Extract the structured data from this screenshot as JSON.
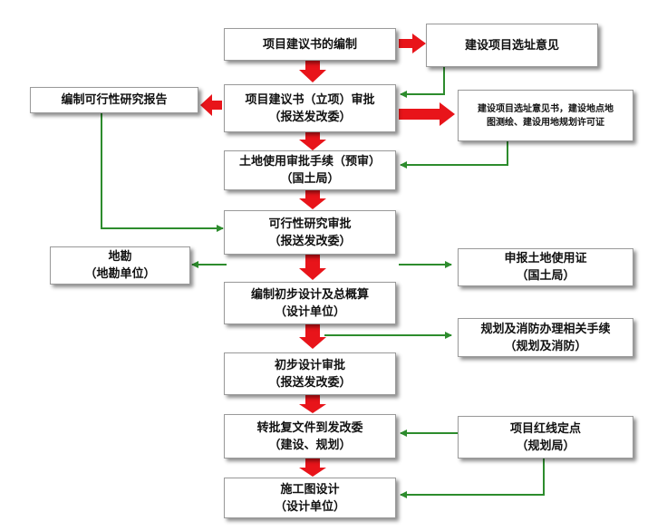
{
  "colors": {
    "main_arrow": "#e8141a",
    "side_arrow": "#2d8c2d",
    "box_border": "#9a9a9a"
  },
  "boxes": {
    "b1": {
      "text": "项目建议书的编制"
    },
    "b2": {
      "text": "建设项目选址意见"
    },
    "b3": {
      "text": "项目建议书（立项）审批\n（报送发改委）"
    },
    "b4": {
      "text": "编制可行性研究报告"
    },
    "b5": {
      "text": "建设项目选址意见书，建设地点地\n图测绘、建设用地规划许可证"
    },
    "b6": {
      "text": "土地使用审批手续（预审）\n（国土局）"
    },
    "b7": {
      "text": "可行性研究审批\n（报送发改委）"
    },
    "b8": {
      "text": "地勘\n（地勘单位）"
    },
    "b9": {
      "text": "申报土地使用证\n（国土局）"
    },
    "b10": {
      "text": "编制初步设计及总概算\n（设计单位）"
    },
    "b11": {
      "text": "规划及消防办理相关手续\n（规划及消防）"
    },
    "b12": {
      "text": "初步设计审批\n（报送发改委）"
    },
    "b13": {
      "text": "转批复文件到发改委\n（建设、规划）"
    },
    "b14": {
      "text": "项目红线定点\n（规划局）"
    },
    "b15": {
      "text": "施工图设计\n（设计单位）"
    }
  }
}
